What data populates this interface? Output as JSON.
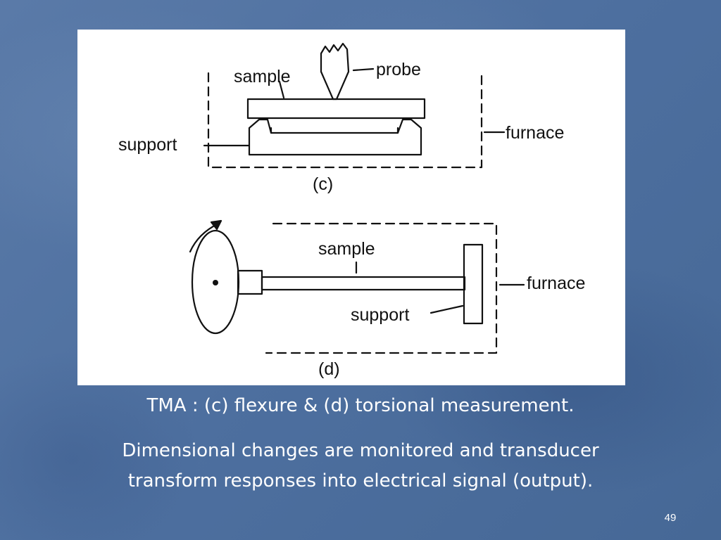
{
  "diagram": {
    "labels": {
      "c_sample": "sample",
      "c_probe": "probe",
      "c_support": "support",
      "c_furnace": "furnace",
      "c_caption": "(c)",
      "d_sample": "sample",
      "d_furnace": "furnace",
      "d_support": "support",
      "d_caption": "(d)"
    }
  },
  "slide": {
    "caption": "TMA : (c) flexure & (d) torsional measurement.",
    "body_line_1": "Dimensional changes are monitored and transducer",
    "body_line_2": "transform responses into electrical signal (output).",
    "page_number": "49"
  }
}
